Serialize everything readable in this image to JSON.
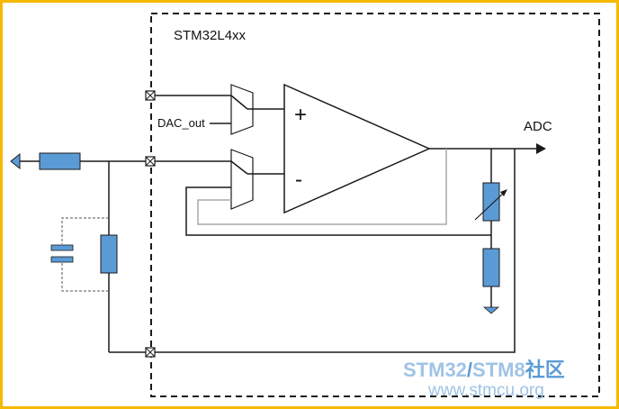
{
  "diagram": {
    "chip_label": "STM32L4xx",
    "dac_label": "DAC_out",
    "output_label": "ADC",
    "plus_sign": "+",
    "minus_sign": "-"
  },
  "watermark": {
    "line1_part1": "STM32",
    "line1_part2": "/",
    "line1_part3": "STM8",
    "line1_part4": "社区",
    "line2": "www.stmcu.org"
  },
  "colors": {
    "frame_border": "#f5b800",
    "wire": "#1a1a1a",
    "feedback_wire": "#a8a8a8",
    "component_fill": "#5b9bd5",
    "watermark_blue": "#5b9bd5",
    "watermark_light": "#9fc3e6"
  }
}
